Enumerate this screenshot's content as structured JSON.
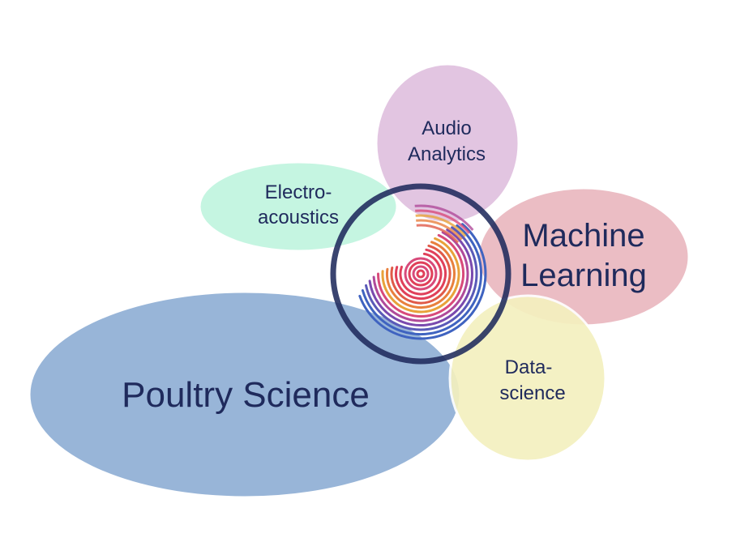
{
  "diagram": {
    "nodes": {
      "poultry": {
        "label": "Poultry Science",
        "color": "#95b3d7"
      },
      "electro": {
        "line1": "Electro-",
        "line2": "acoustics",
        "color": "#c2f5e0"
      },
      "audio": {
        "line1": "Audio",
        "line2": "Analytics",
        "color": "#e1c2e0"
      },
      "ml": {
        "line1": "Machine",
        "line2": "Learning",
        "color": "#eab8c0"
      },
      "ds": {
        "line1": "Data-",
        "line2": "science",
        "color": "#f4f0bf"
      }
    },
    "text_color": "#1f2a5c",
    "logo": {
      "ring_color": "#1f2a5c",
      "arc_colors": [
        "#e0405a",
        "#e05a48",
        "#e8803e",
        "#e8a23a",
        "#d84a7a",
        "#b04a9a",
        "#7a4aae",
        "#5a5ab8",
        "#3f63c0"
      ]
    }
  }
}
